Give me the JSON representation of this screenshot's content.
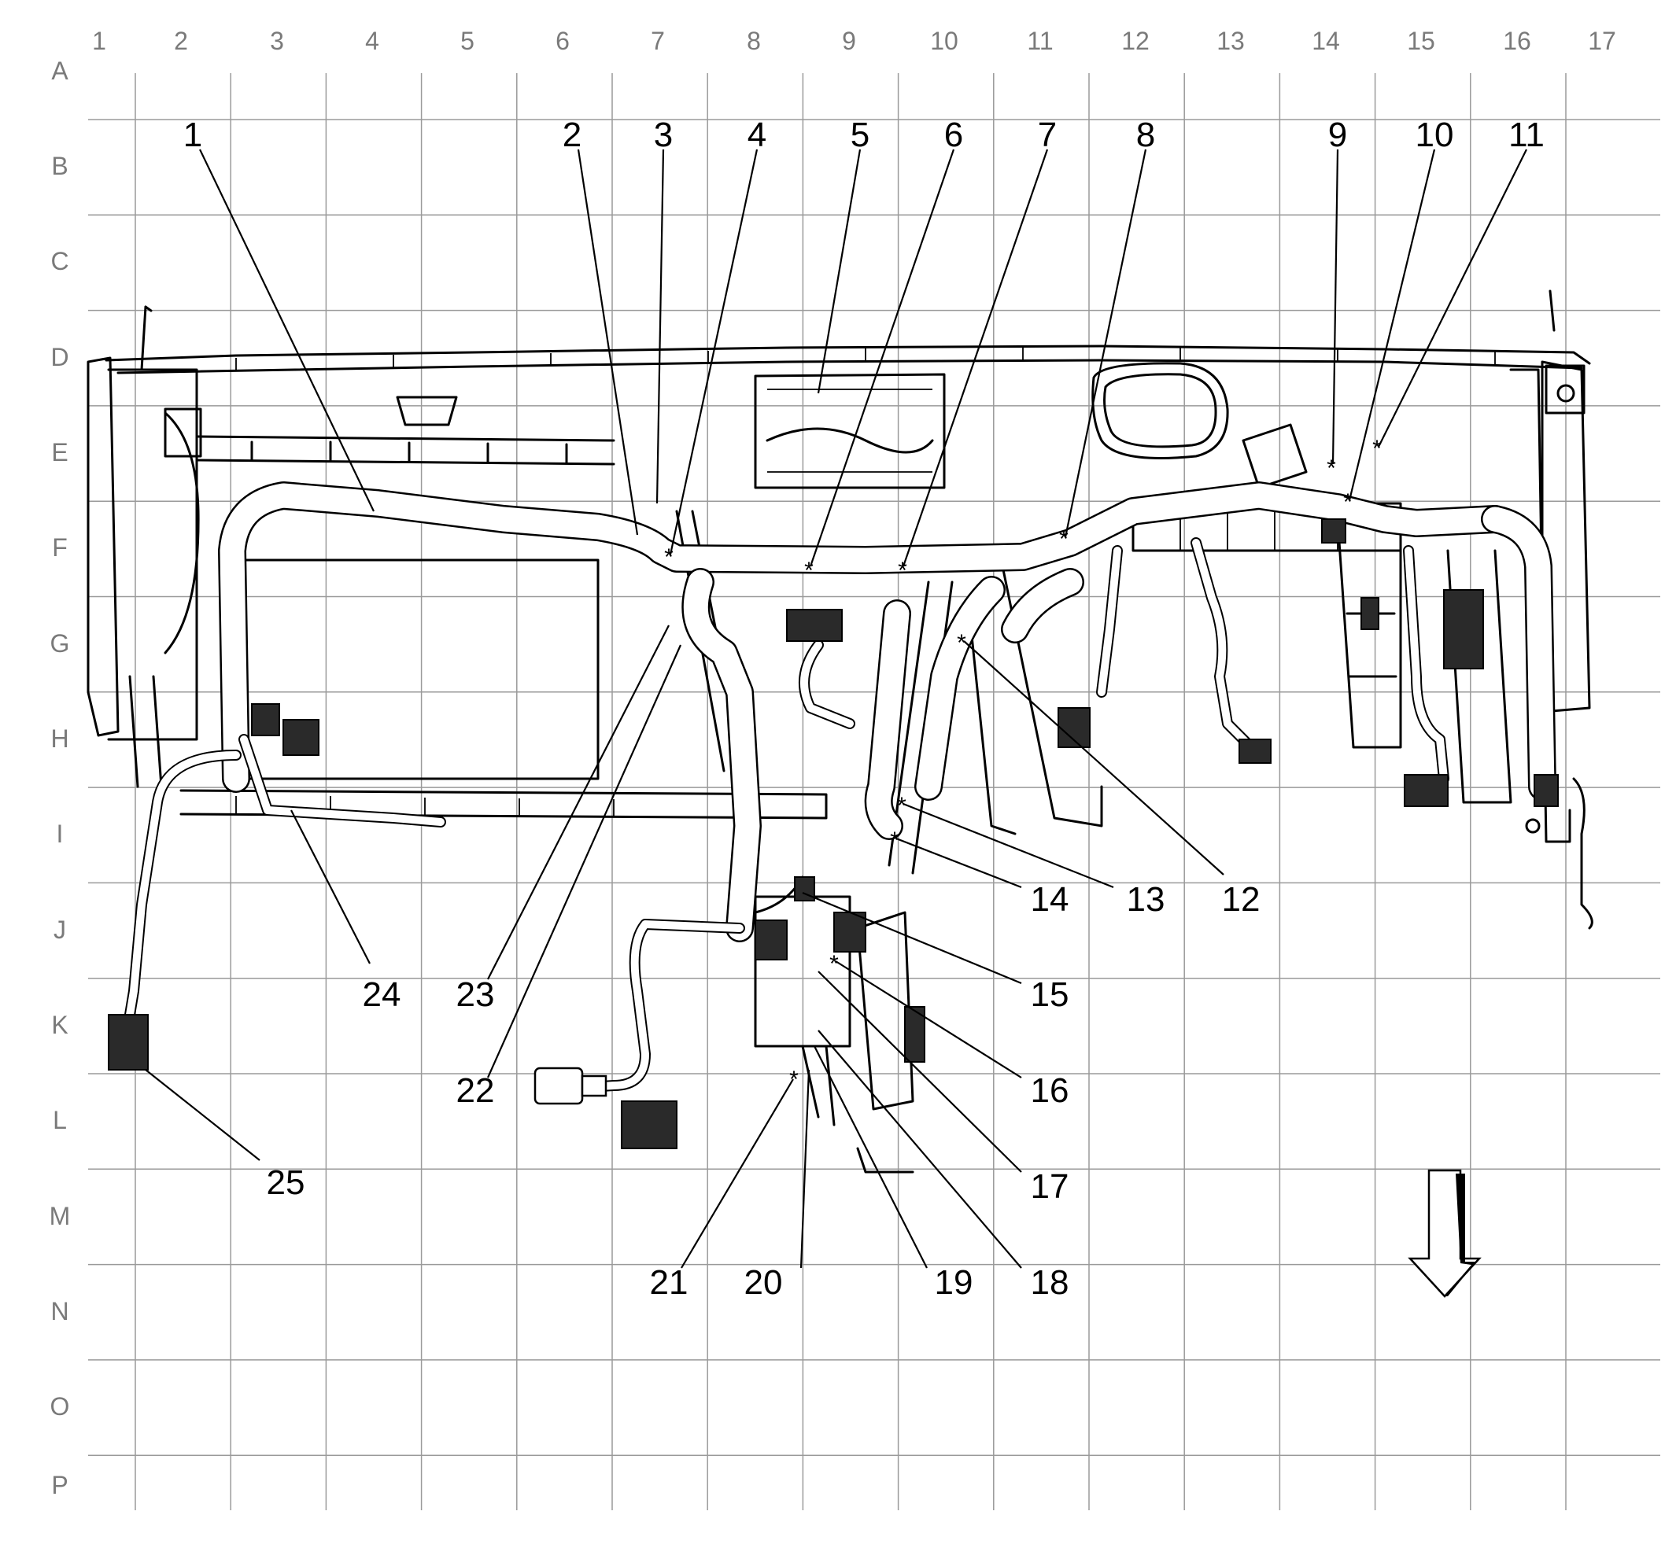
{
  "grid": {
    "columns": [
      "1",
      "2",
      "3",
      "4",
      "5",
      "6",
      "7",
      "8",
      "9",
      "10",
      "11",
      "12",
      "13",
      "14",
      "15",
      "16",
      "17"
    ],
    "rows": [
      "A",
      "B",
      "C",
      "D",
      "E",
      "F",
      "G",
      "H",
      "I",
      "J",
      "K",
      "L",
      "M",
      "N",
      "O",
      "P"
    ]
  },
  "callouts": [
    "1",
    "2",
    "3",
    "4",
    "5",
    "6",
    "7",
    "8",
    "9",
    "10",
    "11",
    "12",
    "13",
    "14",
    "15",
    "16",
    "17",
    "18",
    "19",
    "20",
    "21",
    "22",
    "23",
    "24",
    "25"
  ],
  "direction_arrow": {
    "icon": "down-arrow-icon"
  },
  "colors": {
    "line": "#000000",
    "grid": "#9a9a9a",
    "grid_label": "#7a7a7a",
    "background": "#ffffff"
  }
}
